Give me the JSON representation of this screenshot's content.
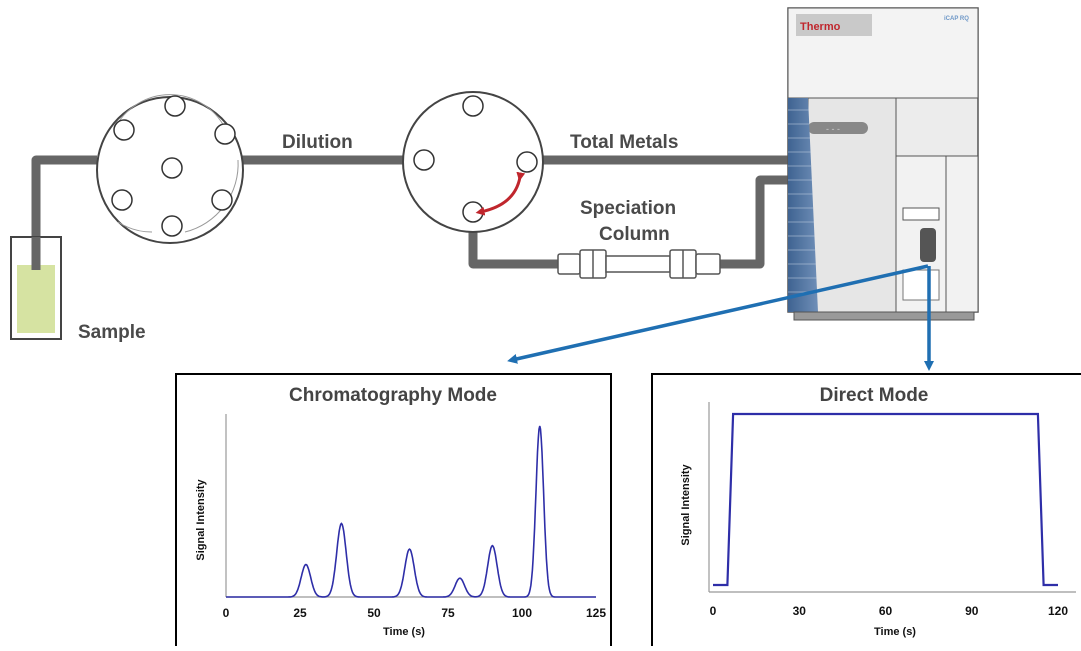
{
  "labels": {
    "dilution": "Dilution",
    "total_metals": "Total Metals",
    "speciation_line1": "Speciation",
    "speciation_line2": "Column",
    "sample": "Sample",
    "brand": "Thermo",
    "model": "iCAP RQ"
  },
  "colors": {
    "tubing": "#666666",
    "arrow": "#1f6fb2",
    "valve_arrow": "#c0262d",
    "signal": "#2e2ea8",
    "sample_liquid": "#d6e3a2",
    "torch_panel": "#4a6f9c"
  },
  "chart_data": [
    {
      "type": "line",
      "title": "Chromatography Mode",
      "xlabel": "Time (s)",
      "ylabel": "Signal Intensity",
      "xlim": [
        0,
        125
      ],
      "xticks": [
        0,
        25,
        50,
        75,
        100,
        125
      ],
      "xtick_labels": [
        "0",
        "25",
        "50",
        "75",
        "100",
        "125"
      ],
      "peaks": [
        {
          "time": 27,
          "height": 0.19
        },
        {
          "time": 39,
          "height": 0.43
        },
        {
          "time": 62,
          "height": 0.28
        },
        {
          "time": 79,
          "height": 0.11
        },
        {
          "time": 90,
          "height": 0.3
        },
        {
          "time": 106,
          "height": 1.0
        }
      ]
    },
    {
      "type": "line",
      "title": "Direct Mode",
      "xlabel": "Time (s)",
      "ylabel": "Signal Intensity",
      "xlim": [
        0,
        120
      ],
      "xticks": [
        0,
        30,
        60,
        90,
        120
      ],
      "xtick_labels": [
        "0",
        "30",
        "60",
        "90",
        "120"
      ],
      "x": [
        0,
        5,
        7,
        113,
        115,
        120
      ],
      "y": [
        0.05,
        0.05,
        1.0,
        1.0,
        0.05,
        0.05
      ]
    }
  ]
}
